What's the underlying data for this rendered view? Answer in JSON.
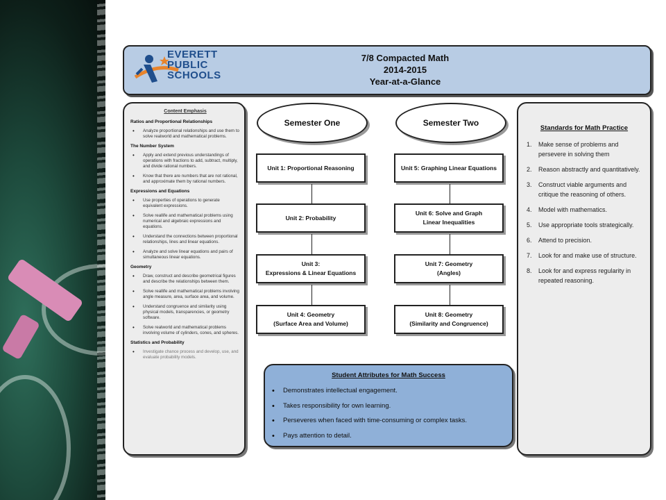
{
  "header": {
    "logo_lines": [
      "EVERETT",
      "PUBLIC",
      "SCHOOLS"
    ],
    "title": "7/8 Compacted Math",
    "year": "2014-2015",
    "subtitle": "Year-at-a-Glance"
  },
  "content_emphasis": {
    "heading": "Content Emphasis",
    "sections": [
      {
        "title": "Ratios and Proportional Relationships",
        "items": [
          "Analyze proportional relationships and use them to solve realworld and mathematical problems."
        ]
      },
      {
        "title": "The Number System",
        "items": [
          "Apply and extend previous understandings of operations with fractions to add, subtract, multiply, and divide rational numbers.",
          "Know that there are numbers that are not rational, and approximate them by rational numbers."
        ]
      },
      {
        "title": "Expressions and Equations",
        "items": [
          "Use properties of operations to generate equivalent expressions.",
          "Solve reallife and mathematical problems using numerical and algebraic expressions and equations.",
          "Understand the connections between proportional relationships, lines and linear equations.",
          "Analyze and solve linear equations and pairs of simultaneous linear equations."
        ]
      },
      {
        "title": "Geometry",
        "items": [
          "Draw, construct and describe geometrical figures and describe the relationships between them.",
          "Solve reallife and mathematical problems involving angle measure, area, surface area, and volume.",
          "Understand congruence and similarity using physical models, transparencies, or geometry software.",
          "Solve realworld and mathematical problems involving volume of cylinders, cones, and spheres."
        ]
      },
      {
        "title": "Statistics and Probability",
        "items": [
          "Investigate chance process and develop, use, and evaluate probability models."
        ]
      }
    ]
  },
  "semester_one": {
    "label": "Semester One",
    "units": [
      [
        "Unit 1:  Proportional Reasoning"
      ],
      [
        "Unit 2:  Probability"
      ],
      [
        "Unit 3:",
        "Expressions & Linear Equations"
      ],
      [
        "Unit 4:  Geometry",
        "(Surface Area and Volume)"
      ]
    ]
  },
  "semester_two": {
    "label": "Semester Two",
    "units": [
      [
        "Unit 5:  Graphing Linear Equations"
      ],
      [
        "Unit 6:  Solve and Graph",
        "Linear Inequalities"
      ],
      [
        "Unit 7:  Geometry",
        "(Angles)"
      ],
      [
        "Unit 8:  Geometry",
        "(Similarity and Congruence)"
      ]
    ]
  },
  "student_attributes": {
    "heading": "Student Attributes for Math Success",
    "items": [
      "Demonstrates intellectual engagement.",
      "Takes responsibility for own learning.",
      "Perseveres when faced with time-consuming or complex tasks.",
      "Pays attention to detail."
    ]
  },
  "standards": {
    "heading": "Standards for Math Practice",
    "items": [
      "Make sense of problems and persevere in solving them",
      "Reason abstractly and quantitatively.",
      "Construct viable arguments and critique the reasoning of others.",
      "Model with mathematics.",
      "Use appropriate tools strategically.",
      "Attend to precision.",
      "Look for and make use of structure.",
      "Look for and express regularity in repeated reasoning."
    ]
  }
}
